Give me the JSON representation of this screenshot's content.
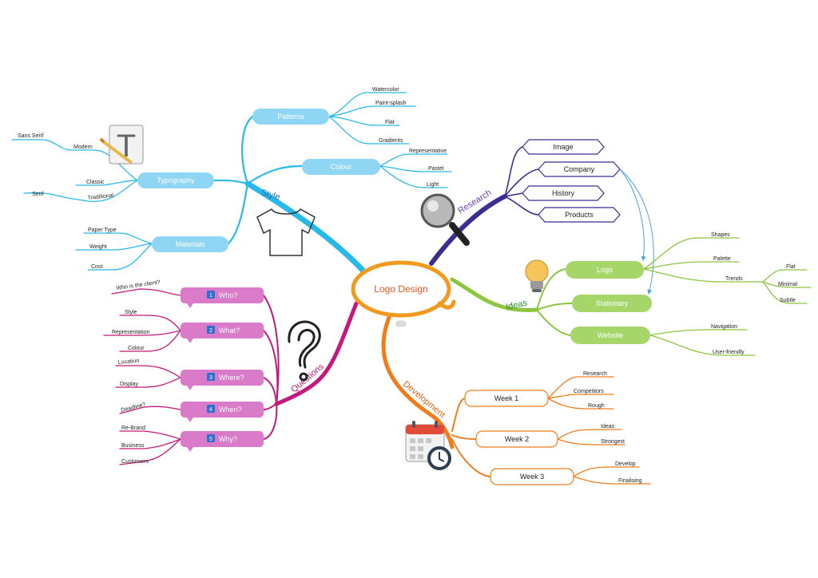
{
  "center": {
    "label": "Logo Design"
  },
  "colors": {
    "style": "#29b9e8",
    "research": "#3a2f8f",
    "ideas": "#8cc63f",
    "development": "#f07c1a",
    "questions": "#c4187c",
    "center": "#f29a1f"
  },
  "style": {
    "label": "Style",
    "patterns": {
      "label": "Patterns",
      "leaves": [
        "Watercolor",
        "Paint-splash",
        "Flat",
        "Gradients"
      ]
    },
    "colour": {
      "label": "Colour",
      "leaves": [
        "Representative",
        "Pastel",
        "Light"
      ]
    },
    "typography": {
      "label": "Typography",
      "leaves": [
        "Sans Serif",
        "Modern",
        "Classic",
        "Serif",
        "Traditional"
      ]
    },
    "materials": {
      "label": "Materials",
      "leaves": [
        "Paper Type",
        "Weight",
        "Cost"
      ]
    }
  },
  "research": {
    "label": "Research",
    "items": [
      "Image",
      "Company",
      "History",
      "Products"
    ]
  },
  "ideas": {
    "label": "Ideas",
    "logo": {
      "label": "Logo",
      "leaves": [
        "Shapes",
        "Palette"
      ],
      "trends": {
        "label": "Trends",
        "leaves": [
          "Flat",
          "Minimal",
          "Subtle"
        ]
      }
    },
    "stationary": {
      "label": "Stationary"
    },
    "website": {
      "label": "Website",
      "leaves": [
        "Navigation",
        "User-friendly"
      ]
    }
  },
  "development": {
    "label": "Development",
    "week1": {
      "label": "Week 1",
      "leaves": [
        "Research",
        "Competitors",
        "Rough"
      ]
    },
    "week2": {
      "label": "Week 2",
      "leaves": [
        "Ideas",
        "Strongest"
      ]
    },
    "week3": {
      "label": "Week 3",
      "leaves": [
        "Develop",
        "Finalising"
      ]
    }
  },
  "questions": {
    "label": "Questions",
    "items": [
      {
        "num": "1",
        "label": "Who?",
        "leaves": [
          "Who is the client?"
        ]
      },
      {
        "num": "2",
        "label": "What?",
        "leaves": [
          "Style",
          "Representation",
          "Colour"
        ]
      },
      {
        "num": "3",
        "label": "Where?",
        "leaves": [
          "Location",
          "Display"
        ]
      },
      {
        "num": "4",
        "label": "When?",
        "leaves": [
          "Deadline?"
        ]
      },
      {
        "num": "5",
        "label": "Why?",
        "leaves": [
          "Re-Brand",
          "Business",
          "Customers"
        ]
      }
    ]
  },
  "icons": {
    "typography": "font-file-icon",
    "style": "tshirt-icon",
    "research": "magnifier-icon",
    "ideas": "lightbulb-icon",
    "questions": "question-mark-icon",
    "development": "calendar-clock-icon"
  }
}
